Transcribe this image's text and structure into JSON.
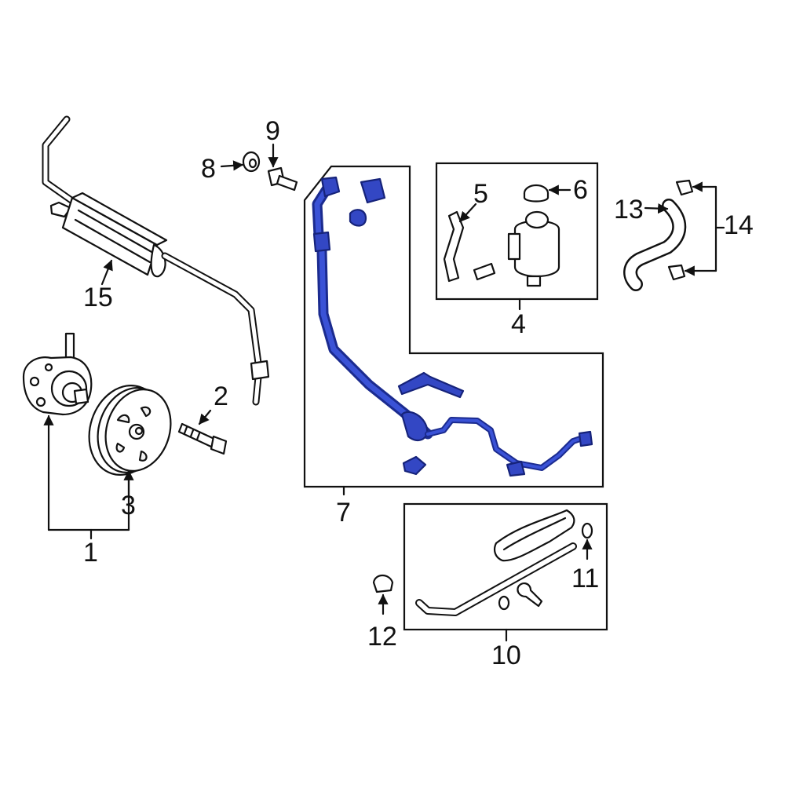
{
  "callouts": {
    "c1": "1",
    "c2": "2",
    "c3": "3",
    "c4": "4",
    "c5": "5",
    "c6": "6",
    "c7": "7",
    "c8": "8",
    "c9": "9",
    "c10": "10",
    "c11": "11",
    "c12": "12",
    "c13": "13",
    "c14": "14",
    "c15": "15"
  },
  "colors": {
    "highlight": "#3347c4",
    "line": "#111111",
    "background": "#ffffff"
  }
}
